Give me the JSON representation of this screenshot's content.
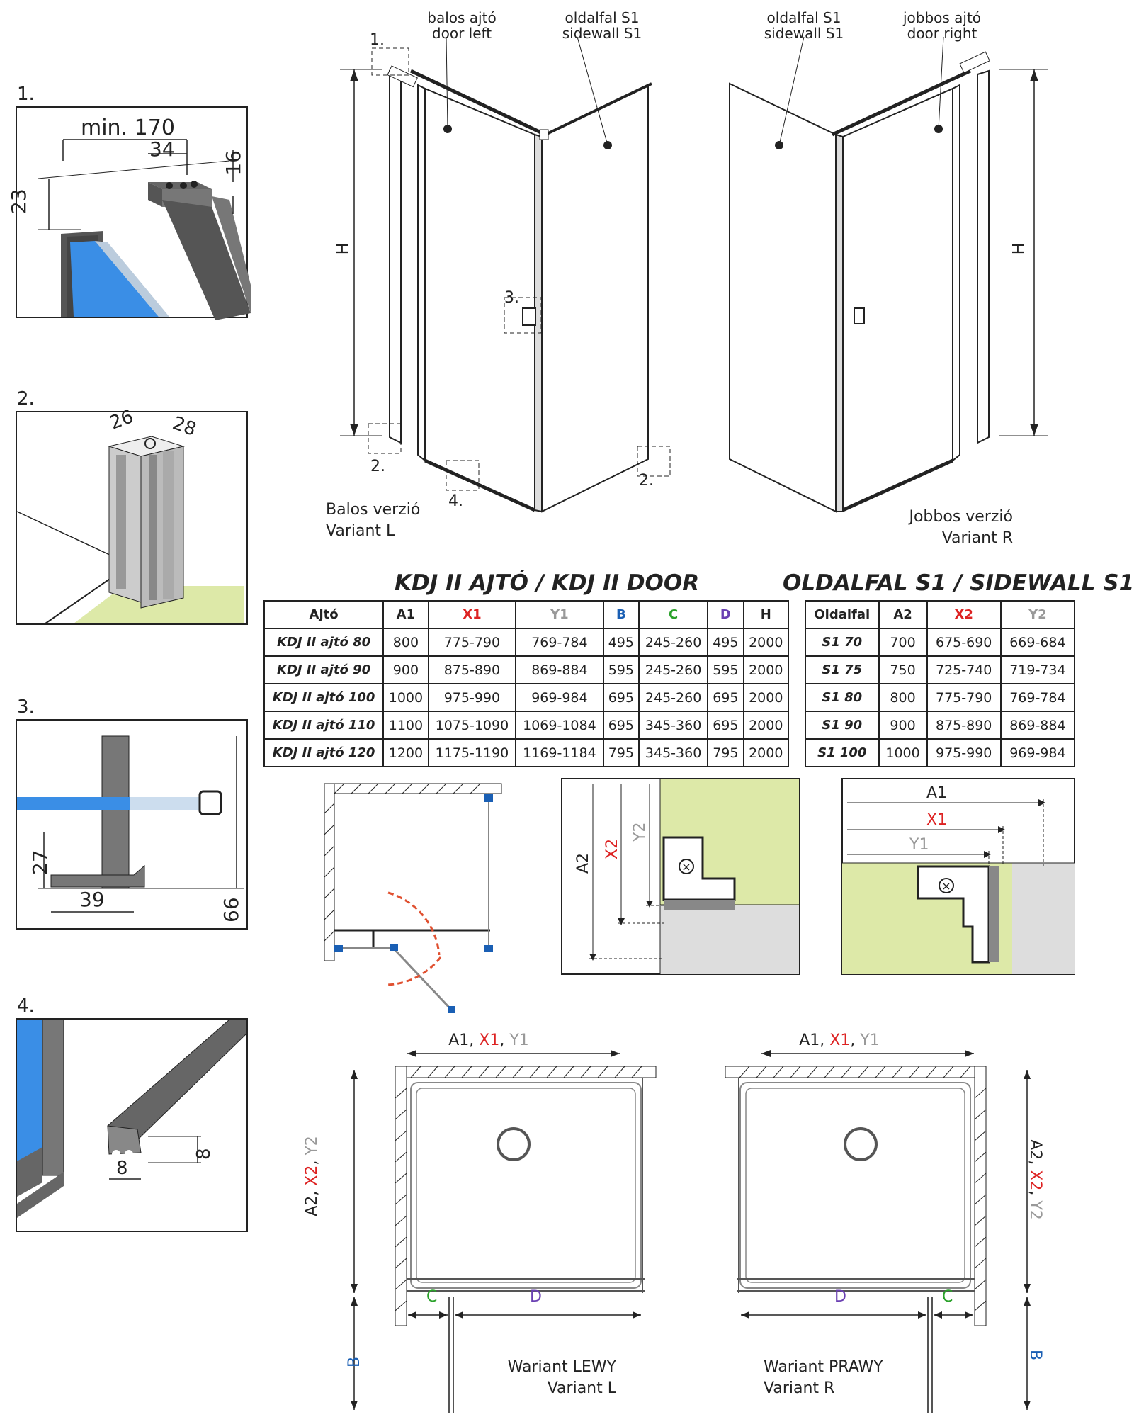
{
  "details": [
    {
      "number": "1.",
      "dims": [
        "min. 170",
        "34",
        "16",
        "23"
      ]
    },
    {
      "number": "2.",
      "dims": [
        "26",
        "28"
      ]
    },
    {
      "number": "3.",
      "dims": [
        "27",
        "39",
        "66"
      ]
    },
    {
      "number": "4.",
      "dims": [
        "8",
        "8"
      ]
    }
  ],
  "elevation_left": {
    "door_label": [
      "balos ajtó",
      "door left"
    ],
    "wall_label": [
      "oldalfal S1",
      "sidewall S1"
    ],
    "height_label": "H",
    "callouts": [
      "1.",
      "3.",
      "2.",
      "4.",
      "2."
    ],
    "caption": [
      "Balos verzió",
      "Variant L"
    ]
  },
  "elevation_right": {
    "wall_label": [
      "oldalfal S1",
      "sidewall S1"
    ],
    "door_label": [
      "jobbos ajtó",
      "door right"
    ],
    "height_label": "H",
    "caption": [
      "Jobbos verzió",
      "Variant R"
    ]
  },
  "door_table": {
    "title": "KDJ II AJTÓ / KDJ II DOOR",
    "headers": [
      "Ajtó",
      "A1",
      "X1",
      "Y1",
      "B",
      "C",
      "D",
      "H"
    ],
    "rows": [
      [
        "KDJ II ajtó 80",
        "800",
        "775-790",
        "769-784",
        "495",
        "245-260",
        "495",
        "2000"
      ],
      [
        "KDJ II ajtó 90",
        "900",
        "875-890",
        "869-884",
        "595",
        "245-260",
        "595",
        "2000"
      ],
      [
        "KDJ II ajtó 100",
        "1000",
        "975-990",
        "969-984",
        "695",
        "245-260",
        "695",
        "2000"
      ],
      [
        "KDJ II ajtó 110",
        "1100",
        "1075-1090",
        "1069-1084",
        "695",
        "345-360",
        "695",
        "2000"
      ],
      [
        "KDJ II ajtó 120",
        "1200",
        "1175-1190",
        "1169-1184",
        "795",
        "345-360",
        "795",
        "2000"
      ]
    ]
  },
  "wall_table": {
    "title": "OLDALFAL S1 / SIDEWALL S1",
    "headers": [
      "Oldalfal",
      "A2",
      "X2",
      "Y2"
    ],
    "rows": [
      [
        "S1 70",
        "700",
        "675-690",
        "669-684"
      ],
      [
        "S1 75",
        "750",
        "725-740",
        "719-734"
      ],
      [
        "S1 80",
        "800",
        "775-790",
        "769-784"
      ],
      [
        "S1 90",
        "900",
        "875-890",
        "869-884"
      ],
      [
        "S1 100",
        "1000",
        "975-990",
        "969-984"
      ]
    ]
  },
  "corner_detail_side": {
    "labels": [
      "A2",
      "X2",
      "Y2"
    ]
  },
  "corner_detail_top": {
    "labels": [
      "A1",
      "X1",
      "Y1"
    ]
  },
  "plan_left": {
    "top_dim": [
      "A1, ",
      "X1",
      ", ",
      "Y1"
    ],
    "side_dim": [
      "A2, ",
      "X2",
      ", ",
      "Y2"
    ],
    "b_label": "B",
    "c_label": "C",
    "d_label": "D",
    "caption": [
      "Wariant LEWY",
      "Variant L"
    ]
  },
  "plan_right": {
    "top_dim": [
      "A1, ",
      "X1",
      ", ",
      "Y1"
    ],
    "side_dim": [
      "A2, ",
      "X2",
      ", ",
      "Y2"
    ],
    "b_label": "B",
    "c_label": "C",
    "d_label": "D",
    "caption": [
      "Wariant PRAWY",
      "Variant R"
    ]
  },
  "colors": {
    "red": "#dd2222",
    "grey": "#999999",
    "blue": "#1a5fb4",
    "green": "#2aa12a",
    "purple": "#6a3fb2",
    "glass": "#3a8ee6",
    "floor": "#dde9a8"
  }
}
